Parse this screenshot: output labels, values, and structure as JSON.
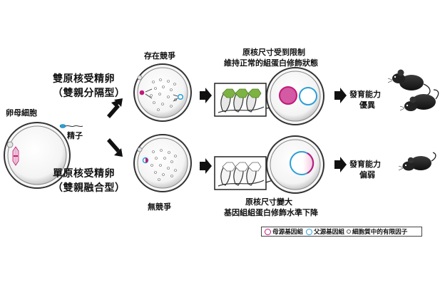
{
  "labels": {
    "egg": "卵母細胞",
    "sperm": "精子",
    "competition": "存在競爭",
    "no_competition": "無競爭",
    "dual_line1": "雙原核受精卵",
    "dual_line2": "（雙親分隔型）",
    "single_line1": "單原核受精卵",
    "single_line2": "（雙親融合型）",
    "top_desc_line1": "原核尺寸受到限制",
    "top_desc_line2": "維持正常的組蛋白修飾狀態",
    "bottom_desc_line1": "原核尺寸變大",
    "bottom_desc_line2": "基因組組蛋白修飾水準下降",
    "dev_top_line1": "發育能力",
    "dev_top_line2": "優異",
    "dev_bottom_line1": "發育能力",
    "dev_bottom_line2": "偏弱"
  },
  "legend": {
    "maternal": "母源基因組",
    "paternal": "父源基因組",
    "factor": "細胞質中的有限因子"
  },
  "colors": {
    "maternal": "#c2187a",
    "paternal": "#2a9fd6",
    "histone": "#7cb342",
    "arrow": "#111111"
  }
}
